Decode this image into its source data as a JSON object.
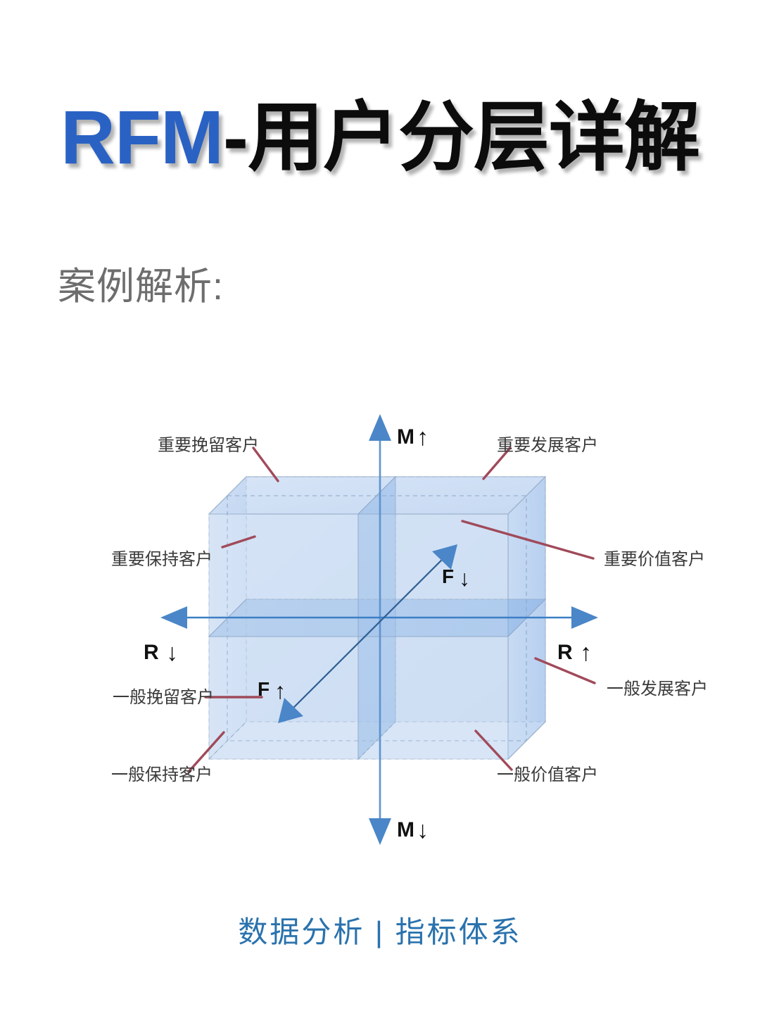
{
  "header": {
    "title_brand": "RFM",
    "title_rest": "-用户分层详解",
    "subtitle": "案例解析:"
  },
  "footer": {
    "text": "数据分析 | 指标体系"
  },
  "colors": {
    "brand_blue": "#2a62c4",
    "title_black": "#0c0c0c",
    "subtitle_gray": "#6d6d6d",
    "footer_blue": "#2a72ad",
    "axis_blue": "#4a86c8",
    "leader_maroon": "#a04a5a",
    "cube_fill": "#bed4f0",
    "cube_edge": "#8fa8c8"
  },
  "diagram": {
    "axes": [
      {
        "id": "m-up",
        "label": "M",
        "arrow": "↑",
        "position": "top"
      },
      {
        "id": "m-down",
        "label": "M",
        "arrow": "↓",
        "position": "bottom"
      },
      {
        "id": "r-left",
        "label": "R",
        "arrow": "↓",
        "position": "left"
      },
      {
        "id": "r-right",
        "label": "R",
        "arrow": "↑",
        "position": "right"
      },
      {
        "id": "f-far",
        "label": "F",
        "arrow": "↓",
        "position": "upper-right-diagonal"
      },
      {
        "id": "f-near",
        "label": "F",
        "arrow": "↑",
        "position": "lower-left-diagonal"
      }
    ],
    "segments": [
      {
        "id": "seg-1",
        "label": "重要挽留客户",
        "anchor": "top-left"
      },
      {
        "id": "seg-2",
        "label": "重要发展客户",
        "anchor": "top-right"
      },
      {
        "id": "seg-3",
        "label": "重要保持客户",
        "anchor": "mid-left"
      },
      {
        "id": "seg-4",
        "label": "重要价值客户",
        "anchor": "mid-right"
      },
      {
        "id": "seg-5",
        "label": "一般挽留客户",
        "anchor": "lower-left"
      },
      {
        "id": "seg-6",
        "label": "一般发展客户",
        "anchor": "lower-right"
      },
      {
        "id": "seg-7",
        "label": "一般保持客户",
        "anchor": "bottom-left"
      },
      {
        "id": "seg-8",
        "label": "一般价值客户",
        "anchor": "bottom-right"
      }
    ]
  }
}
